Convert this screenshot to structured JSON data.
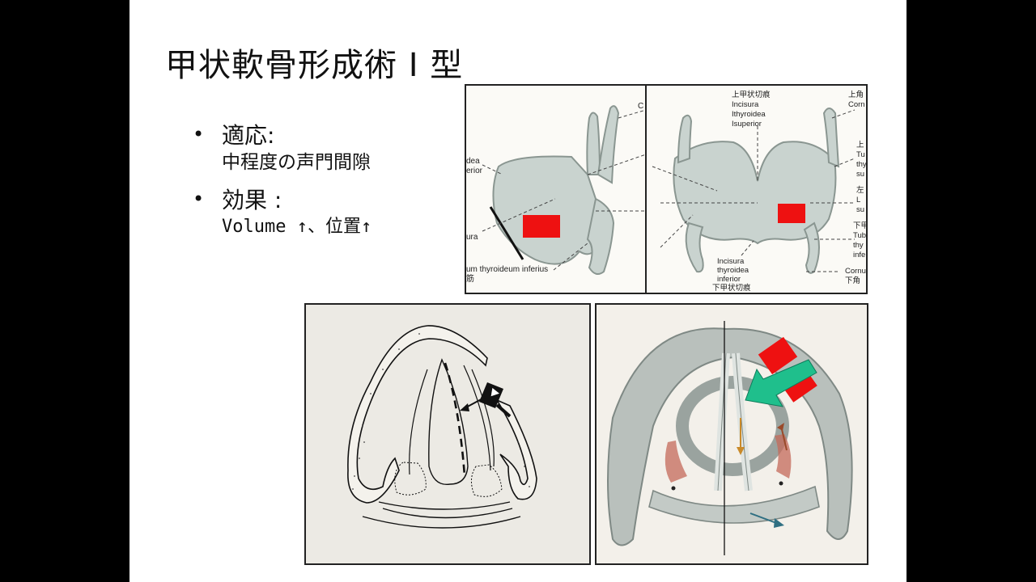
{
  "slide": {
    "title": "甲状軟骨形成術 I 型",
    "bullets": [
      {
        "heading": "適応:",
        "detail": "中程度の声門間隙"
      },
      {
        "heading": "効果 :",
        "detail": "Volume ↑、位置↑"
      }
    ]
  },
  "figures": {
    "top_left_labels": {
      "l1": "dea",
      "l2": "erior",
      "l3": "ura",
      "l4": "um thyroideum inferius",
      "l5": "筋",
      "r1": "C"
    },
    "top_right_labels": {
      "top1": "上甲状切痕",
      "top2": "Incisura",
      "top3": "Ithyroidea",
      "top4": "Isuperior",
      "tr1": "上角",
      "tr2": "Corn",
      "r1": "上",
      "r2": "Tu",
      "r3": "thy",
      "r4": "su",
      "r5": "左",
      "r6": "L",
      "r7": "su",
      "r8": "下甲",
      "r9": "Tub",
      "r10": "thy",
      "r11": "infe",
      "bot1": "Incisura",
      "bot2": "thyroidea",
      "bot3": "inferior",
      "bot4": "下甲状切痕",
      "br1": "Cornu",
      "br2": "下角"
    }
  },
  "colors": {
    "marker_red": "#ee1111",
    "arrow_teal": "#1fbf8c",
    "cartilage": "#c9d3cf",
    "cartilage_edge": "#8a9691",
    "page_bg": "#ffffff"
  }
}
